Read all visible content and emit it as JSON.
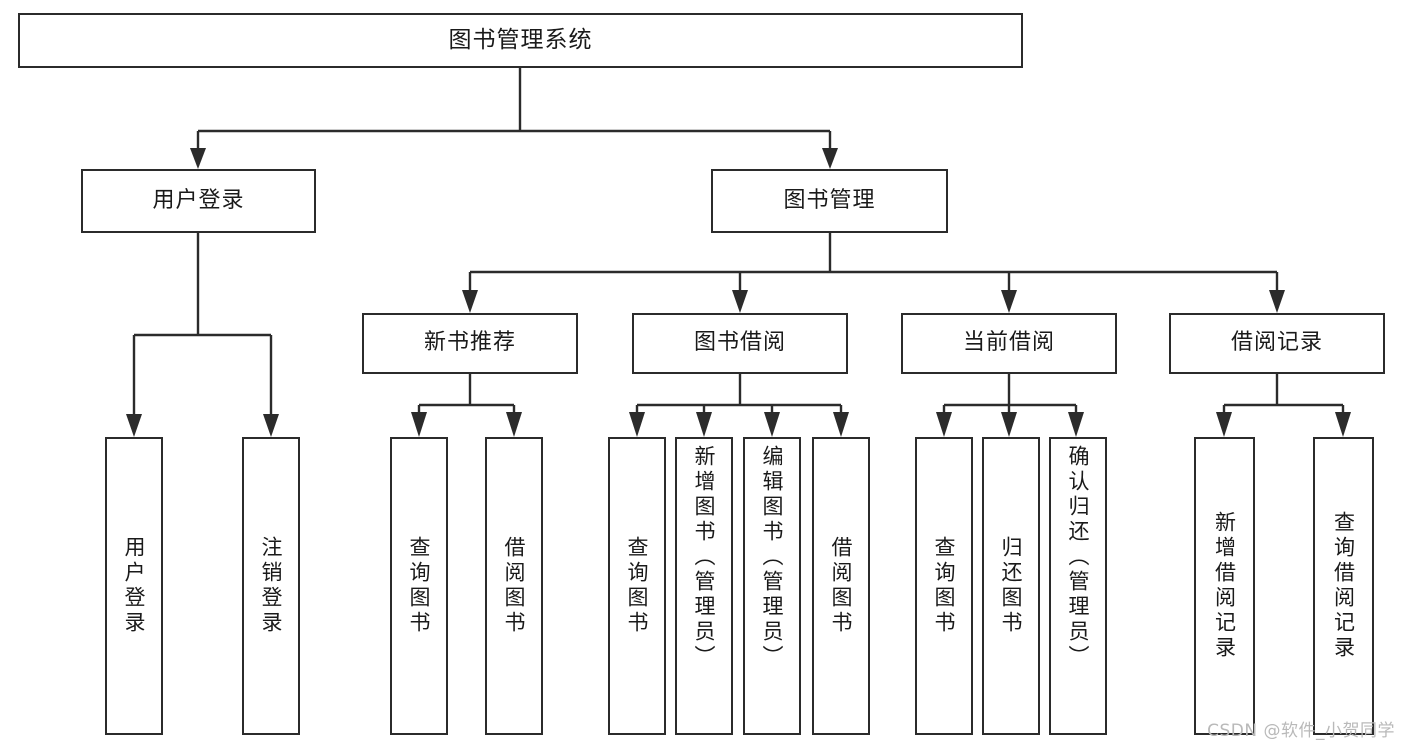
{
  "diagram": {
    "title": "图书管理系统",
    "type": "tree",
    "orientation": "top-down",
    "colors": {
      "line": "#2b2b2b",
      "box_border": "#2b2b2b",
      "box_fill": "#ffffff",
      "text": "#1a1a1a",
      "background": "#ffffff",
      "watermark": "#b9b9b9"
    },
    "root": {
      "label": "图书管理系统"
    },
    "level2": [
      {
        "label": "用户登录"
      },
      {
        "label": "图书管理"
      }
    ],
    "level3": [
      {
        "label": "新书推荐"
      },
      {
        "label": "图书借阅"
      },
      {
        "label": "当前借阅"
      },
      {
        "label": "借阅记录"
      }
    ],
    "leaves": {
      "user_login": [
        {
          "label": "用户登录"
        },
        {
          "label": "注销登录"
        }
      ],
      "new_book_recommend": [
        {
          "label": "查询图书"
        },
        {
          "label": "借阅图书"
        }
      ],
      "book_borrow": [
        {
          "label": "查询图书"
        },
        {
          "label": "新增图书（管理员）"
        },
        {
          "label": "编辑图书（管理员）"
        },
        {
          "label": "借阅图书"
        }
      ],
      "current_borrow": [
        {
          "label": "查询图书"
        },
        {
          "label": "归还图书"
        },
        {
          "label": "确认归还（管理员）"
        }
      ],
      "borrow_record": [
        {
          "label": "新增借阅记录"
        },
        {
          "label": "查询借阅记录"
        }
      ]
    }
  },
  "watermark": {
    "text": "CSDN @软件_小贺同学"
  }
}
